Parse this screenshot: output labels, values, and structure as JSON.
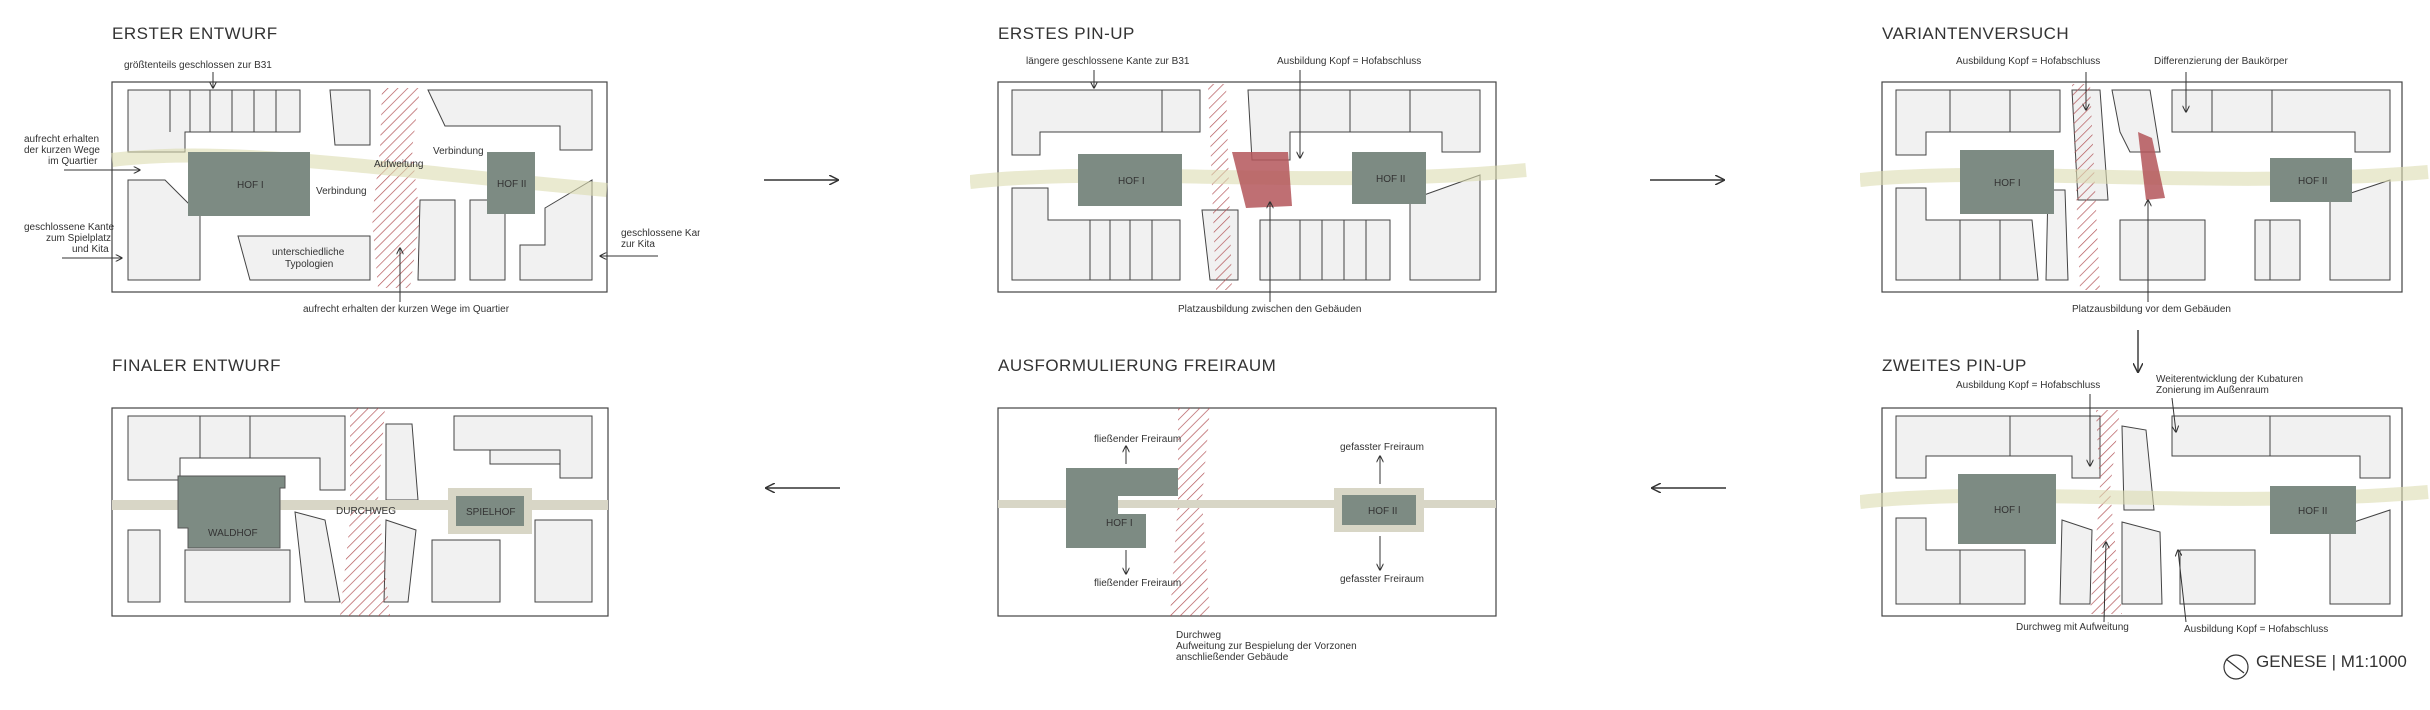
{
  "panels": {
    "p1": {
      "title": "ERSTER ENTWURF",
      "labels": {
        "a": "größtenteils geschlossen zur B31",
        "b1": "aufrecht erhalten",
        "b2": "der kurzen Wege",
        "b3": "im Quartier",
        "c1": "geschlossene Kante",
        "c2": "zum Spielplatz",
        "c3": "und Kita",
        "d1": "geschlossene Kante",
        "d2": "zur Kita",
        "e": "aufrecht erhalten der kurzen Wege im Quartier",
        "hof1": "HOF I",
        "hof2": "HOF II",
        "verb1": "Verbindung",
        "verb2": "Verbindung",
        "aufw": "Aufweitung",
        "typ1": "unterschiedliche",
        "typ2": "Typologien"
      }
    },
    "p2": {
      "title": "ERSTES PIN-UP",
      "labels": {
        "a": "längere geschlossene Kante zur B31",
        "b": "Ausbildung Kopf = Hofabschluss",
        "c": "Platzausbildung zwischen den Gebäuden",
        "hof1": "HOF I",
        "hof2": "HOF II"
      }
    },
    "p3": {
      "title": "VARIANTENVERSUCH",
      "labels": {
        "a": "Ausbildung Kopf = Hofabschluss",
        "b": "Differenzierung der Baukörper",
        "c": "Platzausbildung vor dem Gebäuden",
        "hof1": "HOF I",
        "hof2": "HOF II"
      }
    },
    "p4": {
      "title": "FINALER ENTWURF",
      "labels": {
        "waldhof": "WALDHOF",
        "durchweg": "DURCHWEG",
        "spielhof": "SPIELHOF"
      }
    },
    "p5": {
      "title": "AUSFORMULIERUNG FREIRAUM",
      "labels": {
        "a": "fließender Freiraum",
        "b": "fließender Freiraum",
        "c": "gefasster Freiraum",
        "d": "gefasster Freiraum",
        "e1": "Durchweg",
        "e2": "Aufweitung zur Bespielung der Vorzonen",
        "e3": "anschließender Gebäude",
        "hof1": "HOF I",
        "hof2": "HOF II"
      }
    },
    "p6": {
      "title": "ZWEITES PIN-UP",
      "labels": {
        "a": "Ausbildung Kopf = Hofabschluss",
        "b1": "Weiterentwicklung der Kubaturen",
        "b2": "Zonierung im Außenraum",
        "c": "Durchweg mit Aufweitung",
        "d": "Ausbildung Kopf = Hofabschluss",
        "hof1": "HOF I",
        "hof2": "HOF II"
      }
    }
  },
  "legend": {
    "text": "GENESE | M1:1000"
  },
  "colors": {
    "hof": "#7d8b83",
    "hatch": "#b4565a",
    "building": "#f1f1f1",
    "path": "#d8d6c6"
  }
}
